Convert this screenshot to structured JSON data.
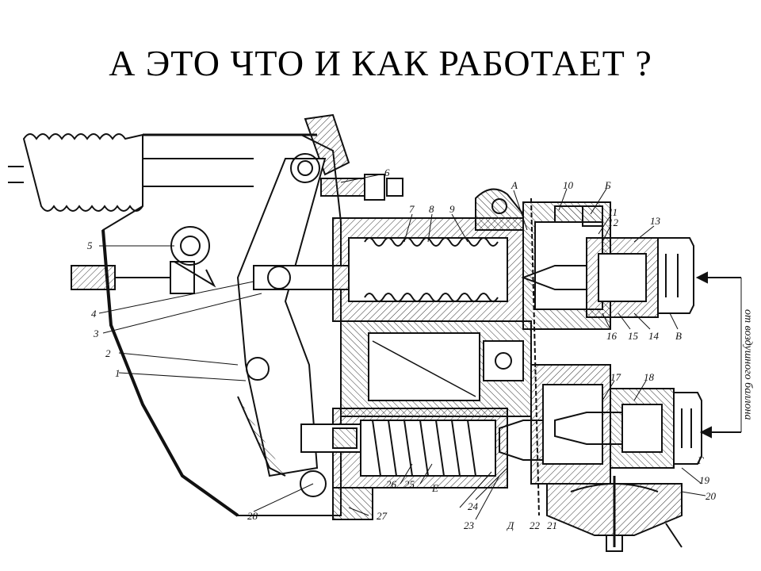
{
  "title": "А ЭТО ЧТО И КАК РАБОТАЕТ ?",
  "diagram": {
    "callouts": {
      "n1": "1",
      "n2": "2",
      "n3": "3",
      "n4": "4",
      "n5": "5",
      "n6": "6",
      "n7": "7",
      "n8": "8",
      "n9": "9",
      "n10": "10",
      "n11": "11",
      "n12": "12",
      "n13": "13",
      "n14": "14",
      "n15": "15",
      "n16": "16",
      "n17": "17",
      "n18": "18",
      "n19": "19",
      "n20": "20",
      "n21": "21",
      "n22": "22",
      "n23": "23",
      "n24": "24",
      "n25": "25",
      "n26": "26",
      "n27": "27",
      "n28": "28",
      "A": "А",
      "B": "Б",
      "V": "В",
      "G": "Г",
      "D": "Д",
      "E": "Е"
    },
    "side_note": "от воздушного баллона"
  }
}
